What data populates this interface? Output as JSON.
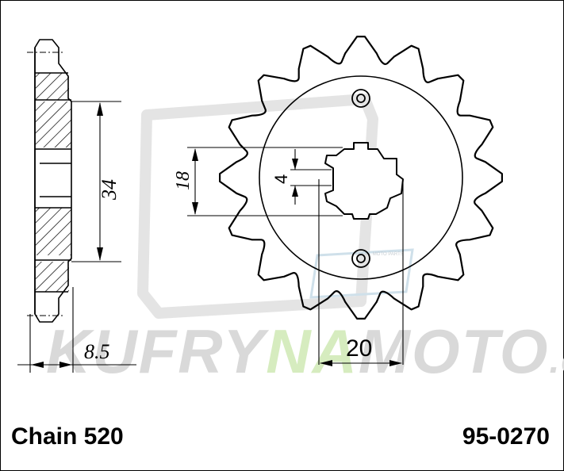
{
  "drawing": {
    "tooth_count": 16,
    "dimensions": {
      "height_label": "34",
      "thickness_label": "8.5",
      "spline_height_label": "18",
      "key_label": "4",
      "spline_width_label": "20"
    }
  },
  "watermark": {
    "text_part1": "KUFRY",
    "text_part2": "NA",
    "text_part3": "MOTO",
    "text_part4": ".cz",
    "badge": "EQUAL MOTO PARTS",
    "colors": {
      "main": "#d9d9d9",
      "accent": "#d6ecbf"
    }
  },
  "footer": {
    "chain": "Chain 520",
    "part_number": "95-0270"
  },
  "colors": {
    "ink": "#000000",
    "background": "#ffffff"
  }
}
